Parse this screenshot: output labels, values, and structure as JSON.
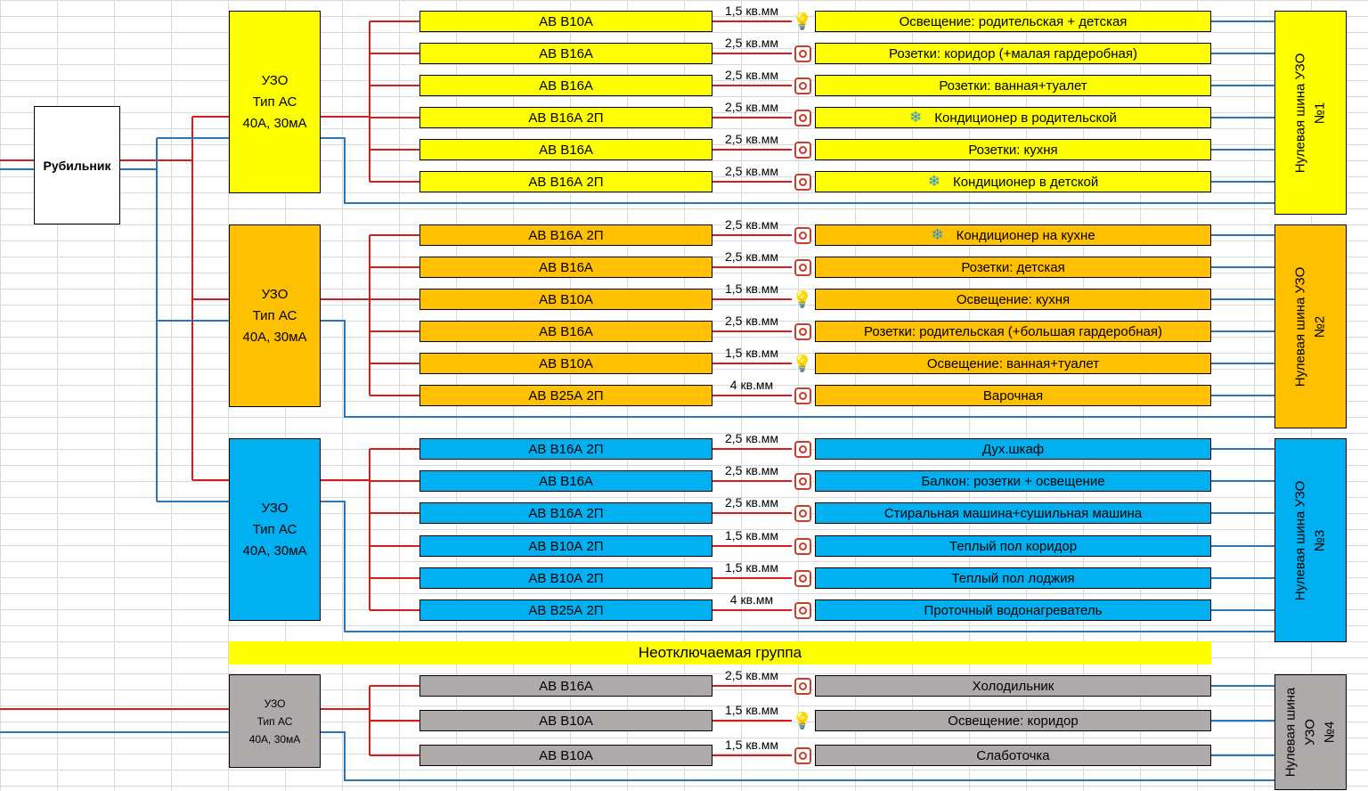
{
  "main_switch": "Рубильник",
  "colors": {
    "group1": "#ffff00",
    "group2": "#ffc000",
    "group3": "#00b0f0",
    "group4": "#aeaaaa",
    "phase": "#d81b1b",
    "neutral": "#2e75b6"
  },
  "unswitched_label": "Неотключаемая группа",
  "groups": [
    {
      "uzo": [
        "УЗО",
        "Тип АС",
        "40А, 30мА"
      ],
      "bus": [
        "Нулевая шина УЗО",
        "№1"
      ],
      "circuits": [
        {
          "breaker": "АВ В10А",
          "cable": "1,5 кв.мм",
          "icon": "bulb-icon",
          "load": "Освещение: родительская + детская"
        },
        {
          "breaker": "АВ В16А",
          "cable": "2,5 кв.мм",
          "icon": "socket-icon",
          "load": "Розетки: коридор (+малая гардеробная)"
        },
        {
          "breaker": "АВ В16А",
          "cable": "2,5 кв.мм",
          "icon": "socket-icon",
          "load": "Розетки: ванная+туалет"
        },
        {
          "breaker": "АВ В16А 2П",
          "cable": "2,5 кв.мм",
          "icon": "socket-icon",
          "load_icon": "snowflake-icon",
          "load": "Кондиционер в родительской"
        },
        {
          "breaker": "АВ В16А",
          "cable": "2,5 кв.мм",
          "icon": "socket-icon",
          "load": "Розетки: кухня"
        },
        {
          "breaker": "АВ В16А 2П",
          "cable": "2,5 кв.мм",
          "icon": "socket-icon",
          "load_icon": "snowflake-icon",
          "load": "Кондиционер в детской"
        }
      ]
    },
    {
      "uzo": [
        "УЗО",
        "Тип АС",
        "40А, 30мА"
      ],
      "bus": [
        "Нулевая шина УЗО",
        "№2"
      ],
      "circuits": [
        {
          "breaker": "АВ В16А 2П",
          "cable": "2,5 кв.мм",
          "icon": "socket-icon",
          "load_icon": "snowflake-icon",
          "load": "Кондиционер на кухне"
        },
        {
          "breaker": "АВ В16А",
          "cable": "2,5 кв.мм",
          "icon": "socket-icon",
          "load": "Розетки: детская"
        },
        {
          "breaker": "АВ В10А",
          "cable": "1,5 кв.мм",
          "icon": "bulb-icon",
          "load": "Освещение: кухня"
        },
        {
          "breaker": "АВ В16А",
          "cable": "2,5 кв.мм",
          "icon": "socket-icon",
          "load": "Розетки: родительская (+большая гардеробная)"
        },
        {
          "breaker": "АВ В10А",
          "cable": "1,5 кв.мм",
          "icon": "bulb-icon",
          "load": "Освещение: ванная+туалет"
        },
        {
          "breaker": "АВ В25А 2П",
          "cable": "4 кв.мм",
          "icon": "socket-icon",
          "load": "Варочная"
        }
      ]
    },
    {
      "uzo": [
        "УЗО",
        "Тип АС",
        "40А, 30мА"
      ],
      "bus": [
        "Нулевая шина УЗО",
        "№3"
      ],
      "circuits": [
        {
          "breaker": "АВ В16А 2П",
          "cable": "2,5 кв.мм",
          "icon": "socket-icon",
          "load": "Дух.шкаф"
        },
        {
          "breaker": "АВ В16А",
          "cable": "2,5 кв.мм",
          "icon": "socket-icon",
          "load": "Балкон: розетки + освещение"
        },
        {
          "breaker": "АВ В16А 2П",
          "cable": "2,5 кв.мм",
          "icon": "socket-icon",
          "load": "Стиральная машина+сушильная машина"
        },
        {
          "breaker": "АВ В10А 2П",
          "cable": "1,5 кв.мм",
          "icon": "socket-icon",
          "load": "Теплый пол коридор"
        },
        {
          "breaker": "АВ В10А 2П",
          "cable": "1,5 кв.мм",
          "icon": "socket-icon",
          "load": "Теплый пол лоджия"
        },
        {
          "breaker": "АВ В25А 2П",
          "cable": "4 кв.мм",
          "icon": "socket-icon",
          "load": "Проточный водонагреватель"
        }
      ]
    },
    {
      "uzo": [
        "УЗО",
        "Тип АС",
        "40А, 30мА"
      ],
      "bus": [
        "Нулевая шина",
        "УЗО",
        "№4"
      ],
      "circuits": [
        {
          "breaker": "АВ В16А",
          "cable": "2,5 кв.мм",
          "icon": "socket-icon",
          "load": "Холодильник"
        },
        {
          "breaker": "АВ В10А",
          "cable": "1,5 кв.мм",
          "icon": "bulb-icon",
          "load": "Освещение: коридор"
        },
        {
          "breaker": "АВ В10А",
          "cable": "1,5 кв.мм",
          "icon": "socket-icon",
          "load": "Слаботочка"
        }
      ]
    }
  ]
}
